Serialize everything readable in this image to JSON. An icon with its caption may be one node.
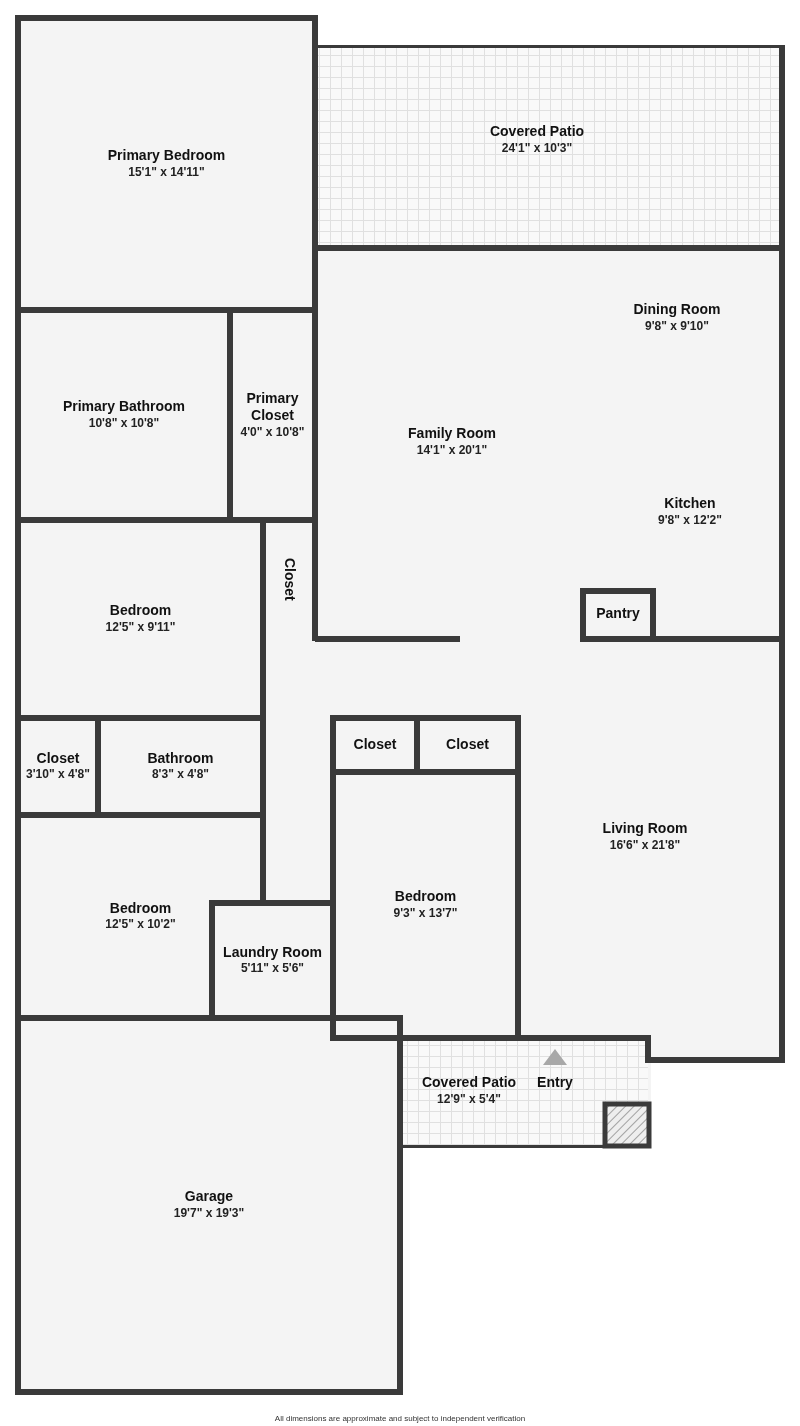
{
  "diagram": {
    "nodes": [
      {
        "text": [
          "Primary Bedroom",
          "15'1\" x 14'11\""
        ]
      },
      {
        "text": [
          "Covered Patio",
          "24'1\" x 10'3\""
        ]
      },
      {
        "text": [
          "Dining Room",
          "9'8\" x 9'10\""
        ]
      },
      {
        "text": [
          "Primary Bathroom",
          "10'8\" x 10'8\""
        ]
      },
      {
        "text": [
          "Primary Closet",
          "4'0\" x 10'8\""
        ]
      },
      {
        "text": [
          "Family Room",
          "14'1\" x 20'1\""
        ]
      },
      {
        "text": [
          "Kitchen",
          "9'8\" x 12'2\""
        ]
      },
      {
        "text": [
          "Closet"
        ]
      },
      {
        "text": [
          "Pantry"
        ]
      },
      {
        "text": [
          "Bedroom",
          "12'5\" x 9'11\""
        ]
      },
      {
        "text": [
          "Closet",
          "3'10\" x 4'8\""
        ]
      },
      {
        "text": [
          "Bathroom",
          "8'3\" x 4'8\""
        ]
      },
      {
        "text": [
          "Closet"
        ]
      },
      {
        "text": [
          "Closet"
        ]
      },
      {
        "text": [
          "Living Room",
          "16'6\" x 21'8\""
        ]
      },
      {
        "text": [
          "Bedroom",
          "12'5\" x 10'2\""
        ]
      },
      {
        "text": [
          "Bedroom",
          "9'3\" x 13'7\""
        ]
      },
      {
        "text": [
          "Laundry Room",
          "5'11\" x 5'6\""
        ]
      },
      {
        "text": [
          "Covered Patio",
          "12'9\" x 5'4\""
        ]
      },
      {
        "text": [
          "Entry"
        ],
        "in": 18
      },
      {
        "text": [
          "Garage",
          "19'7\" x 19'3\""
        ]
      }
    ],
    "labels": [
      "All dimensions are approximate and subject to independent verification"
    ]
  }
}
